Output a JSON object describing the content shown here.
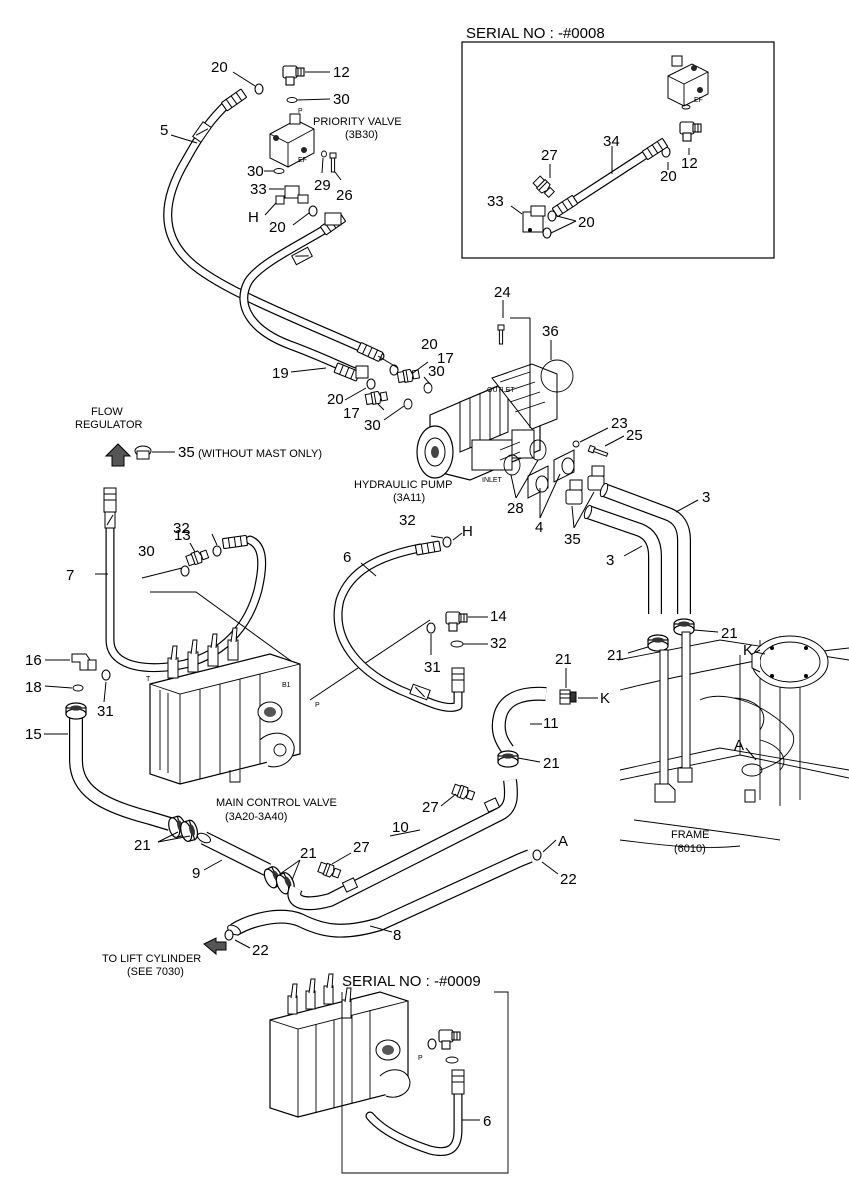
{
  "serial_boxes": {
    "top": "SERIAL NO : -#0008",
    "bottom": "SERIAL NO : -#0009"
  },
  "components": {
    "priority_valve": [
      "PRIORITY VALVE",
      "(3B30)"
    ],
    "hydraulic_pump": [
      "HYDRAULIC PUMP",
      "(3A11)"
    ],
    "main_control_valve": [
      "MAIN CONTROL VALVE",
      "(3A20-3A40)"
    ],
    "frame": [
      "FRAME",
      "(6010)"
    ],
    "flow_regulator": [
      "FLOW",
      "REGULATOR"
    ],
    "to_lift_cylinder": [
      "TO LIFT CYLINDER",
      "(SEE 7030)"
    ],
    "without_mast_only": "(WITHOUT MAST ONLY)"
  },
  "port_labels": {
    "outlet": "OUTLET",
    "inlet": "INLET",
    "p": "P",
    "ef": "EF",
    "t": "T",
    "b1": "B1"
  },
  "ref_letters": {
    "h": "H",
    "k": "K",
    "a": "A"
  },
  "callouts": {
    "c20a": "20",
    "c12": "12",
    "c30a": "30",
    "c5": "5",
    "c30b": "30",
    "c29": "29",
    "c26": "26",
    "c33": "33",
    "c20b": "20",
    "c24": "24",
    "c36": "36",
    "c20c": "20",
    "c17a": "17",
    "c30c": "30",
    "c19": "19",
    "c20d": "20",
    "c17b": "17",
    "c30d": "30",
    "c23": "23",
    "c25": "25",
    "c28": "28",
    "c4": "4",
    "c35b": "35",
    "c3a": "3",
    "c3b": "3",
    "c35a": "35",
    "c32a": "32",
    "c13": "13",
    "c30e": "30",
    "c7": "7",
    "c32b": "32",
    "c6": "6",
    "c14": "14",
    "c32c": "32",
    "c31a": "31",
    "c21a": "21",
    "c21b": "21",
    "c21c": "21",
    "c16": "16",
    "c18": "18",
    "c31b": "31",
    "c15": "15",
    "c11": "11",
    "c27a": "27",
    "c10": "10",
    "c21d": "21",
    "c21e": "21",
    "c27b": "27",
    "c9": "9",
    "c22a": "22",
    "c8": "8",
    "c22b": "22",
    "s27": "27",
    "s34": "34",
    "s33": "33",
    "s20a": "20",
    "s20b": "20",
    "s12": "12",
    "b6": "6"
  }
}
